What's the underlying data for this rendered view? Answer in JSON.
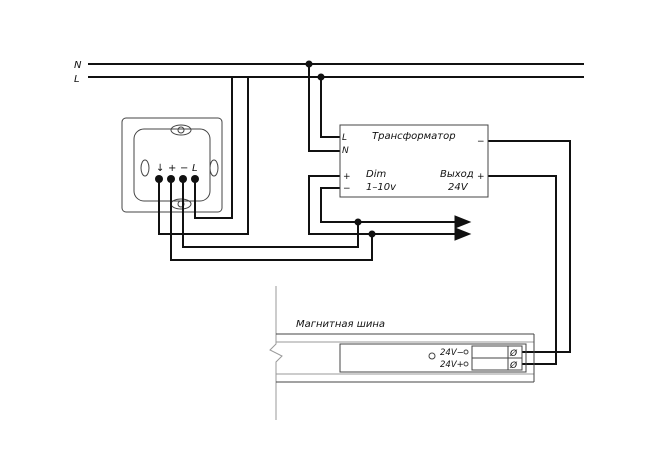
{
  "lines": {
    "neutral_label": "N",
    "live_label": "L"
  },
  "dimmer": {
    "terminals": [
      "↓",
      "+",
      "−",
      "L"
    ]
  },
  "transformer": {
    "title": "Трансформатор",
    "input_l": "L",
    "input_n": "N",
    "dim_plus": "+",
    "dim_minus": "−",
    "dim_label": "Dim",
    "dim_range": "1–10v",
    "output_minus": "−",
    "output_plus": "+",
    "output_label": "Выход",
    "output_voltage": "24V"
  },
  "rail": {
    "label": "Магнитная шина",
    "terminal_minus": "24V−",
    "terminal_plus": "24V+",
    "screw_symbol": "Ø"
  }
}
